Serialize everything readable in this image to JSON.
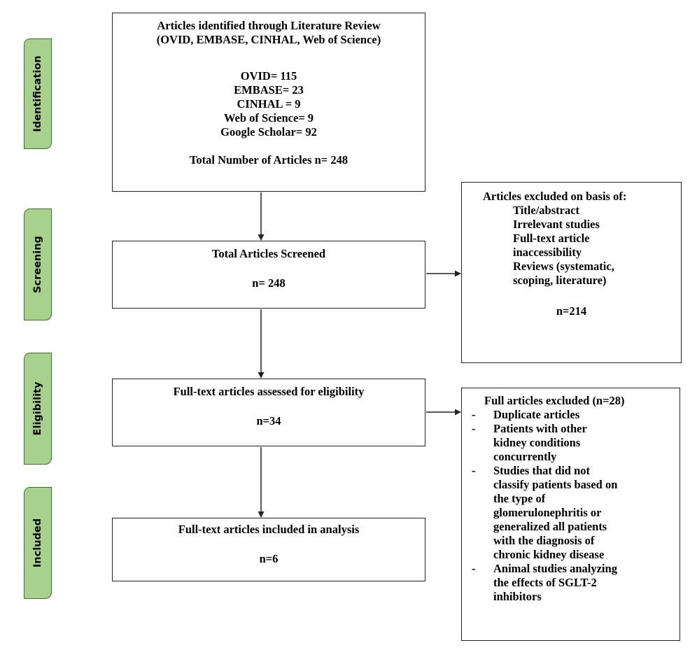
{
  "stages": {
    "identification": "Identification",
    "screening": "Screening",
    "eligibility": "Eligibility",
    "included": "Included"
  },
  "identified": {
    "title_line1": "Articles identified through Literature Review",
    "title_line2": "(OVID, EMBASE, CINHAL, Web of Science)",
    "sources": [
      "OVID= 115",
      "EMBASE= 23",
      "CINHAL = 9",
      "Web of Science= 9",
      "Google Scholar= 92"
    ],
    "total": "Total Number of Articles n= 248"
  },
  "screened": {
    "title": "Total Articles Screened",
    "count": "n= 248"
  },
  "eligibility": {
    "title": "Full-text articles assessed for eligibility",
    "count": "n=34"
  },
  "included": {
    "title": "Full-text articles included in analysis",
    "count": "n=6"
  },
  "excluded_screening": {
    "title": "Articles excluded on basis of:",
    "lines": [
      "Title/abstract",
      "Irrelevant studies",
      "Full-text article",
      "inaccessibility",
      "Reviews (systematic,",
      "scoping, literature)"
    ],
    "count": "n=214"
  },
  "excluded_fulltext": {
    "title": "Full articles excluded (n=28)",
    "items": [
      {
        "dash": "-",
        "lines": [
          "Duplicate articles"
        ]
      },
      {
        "dash": "-",
        "lines": [
          "Patients with other",
          "kidney conditions",
          "concurrently"
        ]
      },
      {
        "dash": "-",
        "lines": [
          "Studies that did not",
          "classify patients based on",
          "the type of",
          "glomerulonephritis or",
          "generalized all patients",
          "with the diagnosis of",
          "chronic kidney disease"
        ]
      },
      {
        "dash": "-",
        "lines": [
          "Animal studies analyzing",
          "the effects of SGLT-2",
          "inhibitors"
        ]
      }
    ]
  }
}
